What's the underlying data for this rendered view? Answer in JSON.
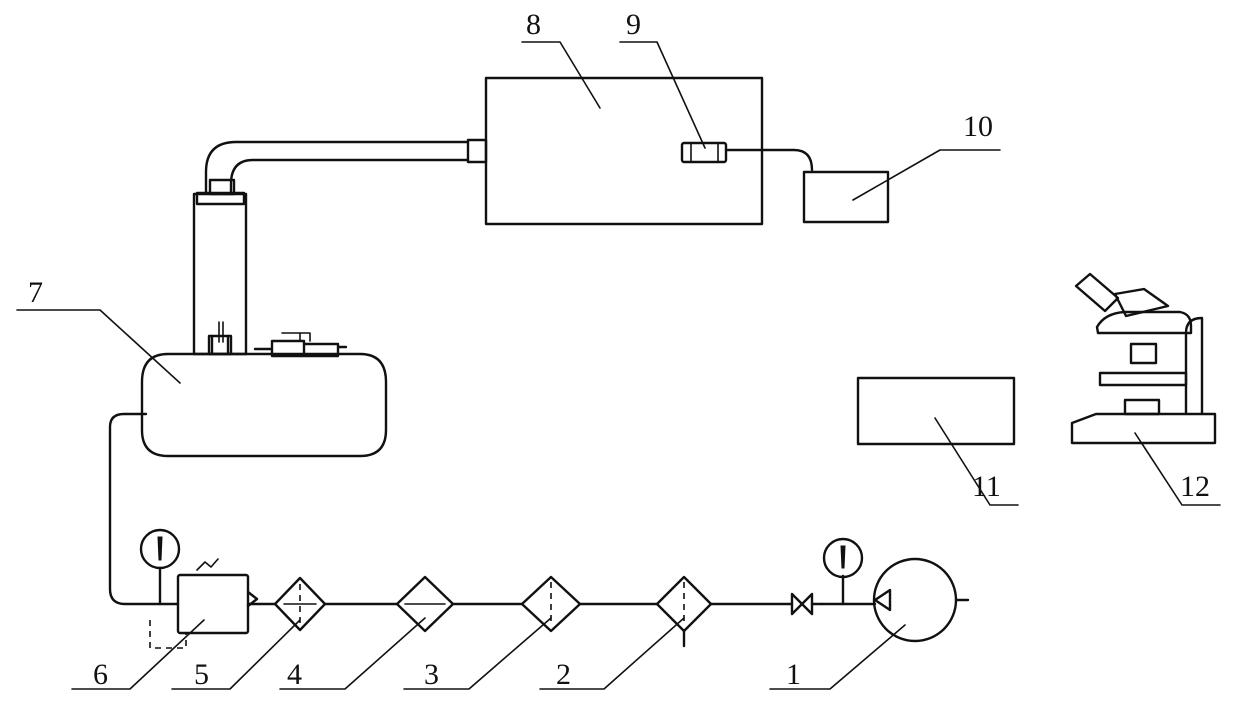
{
  "diagram": {
    "labels": [
      {
        "id": "1",
        "text": "1"
      },
      {
        "id": "2",
        "text": "2"
      },
      {
        "id": "3",
        "text": "3"
      },
      {
        "id": "4",
        "text": "4"
      },
      {
        "id": "5",
        "text": "5"
      },
      {
        "id": "6",
        "text": "6"
      },
      {
        "id": "7",
        "text": "7"
      },
      {
        "id": "8",
        "text": "8"
      },
      {
        "id": "9",
        "text": "9"
      },
      {
        "id": "10",
        "text": "10"
      },
      {
        "id": "11",
        "text": "11"
      },
      {
        "id": "12",
        "text": "12"
      }
    ],
    "colors": {
      "ink": "#111111",
      "paper": "#ffffff"
    }
  }
}
